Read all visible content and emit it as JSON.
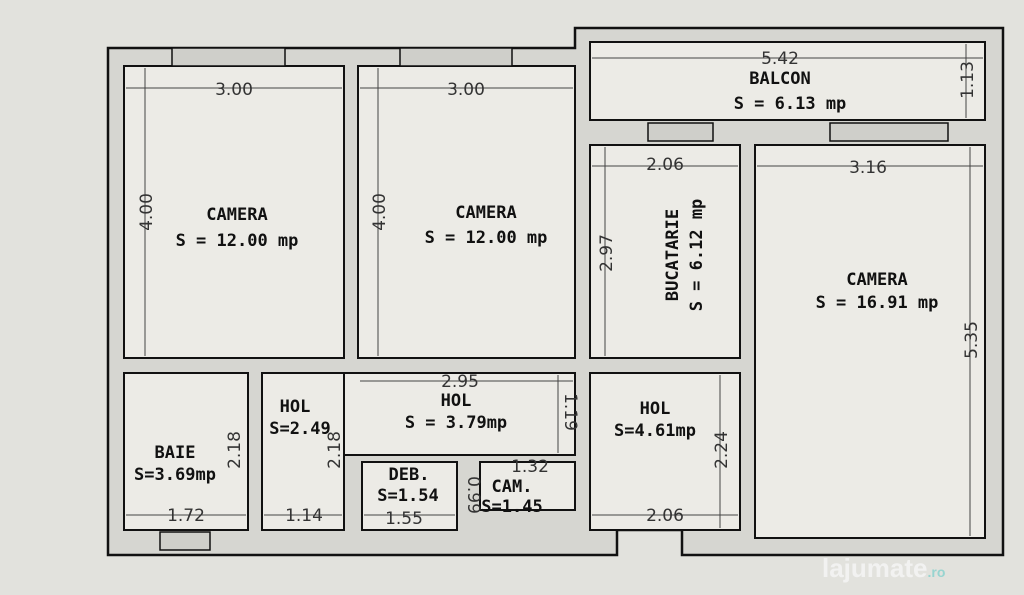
{
  "rooms": {
    "camera1": {
      "name": "CAMERA",
      "area": "S = 12.00 mp",
      "width": "3.00",
      "length": "4.00"
    },
    "camera2": {
      "name": "CAMERA",
      "area": "S = 12.00 mp",
      "width": "3.00",
      "length": "4.00"
    },
    "balcon": {
      "name": "BALCON",
      "area": "S = 6.13 mp",
      "width": "5.42",
      "depth": "1.13"
    },
    "bucatarie": {
      "name": "BUCATARIE",
      "area": "S = 6.12 mp",
      "width": "2.06",
      "length": "2.97"
    },
    "camera3": {
      "name": "CAMERA",
      "area": "S = 16.91 mp",
      "width": "3.16",
      "length": "5.35"
    },
    "baie": {
      "name": "BAIE",
      "area": "S=3.69mp",
      "width": "1.72",
      "length": "2.18"
    },
    "hol1": {
      "name": "HOL",
      "area": "S=2.49",
      "width": "1.14",
      "length": "2.18"
    },
    "hol2": {
      "name": "HOL",
      "area": "S = 3.79mp",
      "width": "2.95",
      "length": "1.19"
    },
    "deb": {
      "name": "DEB.",
      "area": "S=1.54",
      "width": "1.55",
      "length": "0.99"
    },
    "cam": {
      "name": "CAM.",
      "area": "S=1.45",
      "width": "1.32"
    },
    "hol3": {
      "name": "HOL",
      "area": "S=4.61mp",
      "width": "2.06",
      "length": "2.24"
    }
  },
  "watermark": {
    "brand": "lajumate",
    "tld": ".ro"
  }
}
